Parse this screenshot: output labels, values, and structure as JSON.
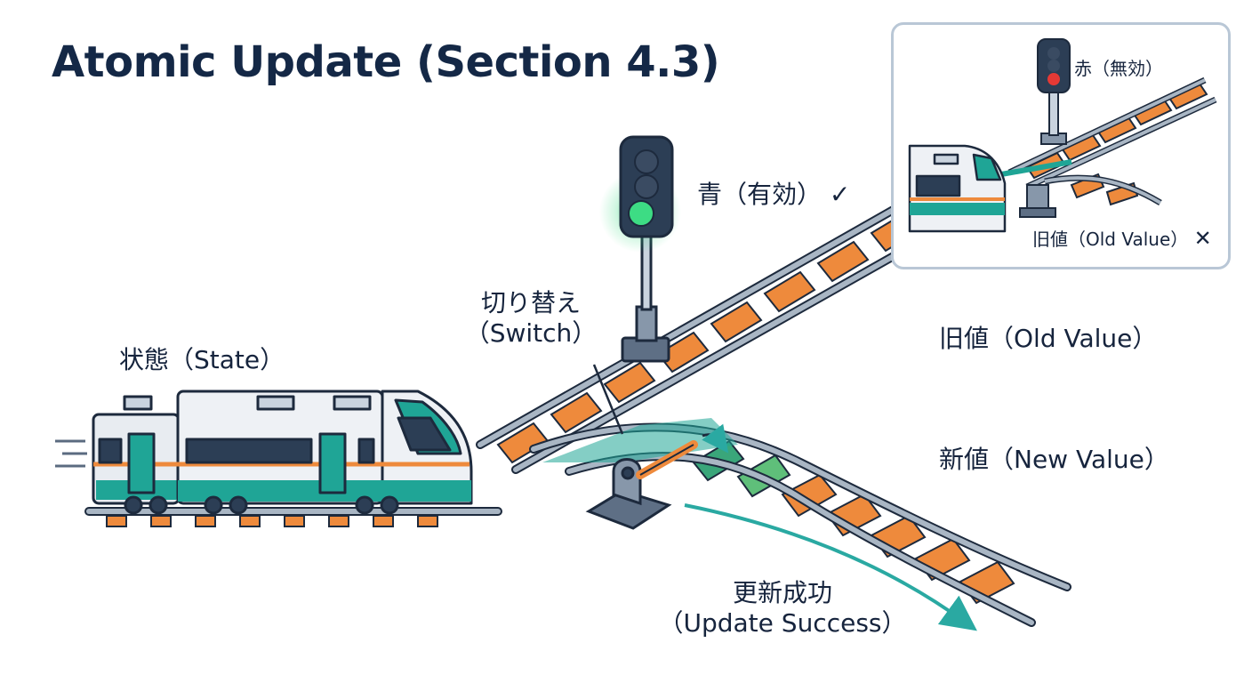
{
  "title": "Atomic Update (Section 4.3)",
  "labels": {
    "state": "状態（State）",
    "switch_line1": "切り替え",
    "switch_line2": "（Switch）",
    "green_signal": "青（有効）",
    "old_value": "旧値（Old Value）",
    "new_value": "新値（New Value）",
    "update_line1": "更新成功",
    "update_line2": "（Update Success）"
  },
  "inset": {
    "red_signal": "赤（無効）",
    "old_value": "旧値（Old Value）"
  },
  "icons": {
    "check": "check-icon",
    "cross": "cross-icon"
  },
  "colors": {
    "navy": "#142846",
    "teal": "#1fa596",
    "orange": "#ee8a3c",
    "signal_green": "#3ddc84",
    "signal_red": "#e53935",
    "rail": "#7b8a9c",
    "arrow": "#2aa9a2"
  }
}
